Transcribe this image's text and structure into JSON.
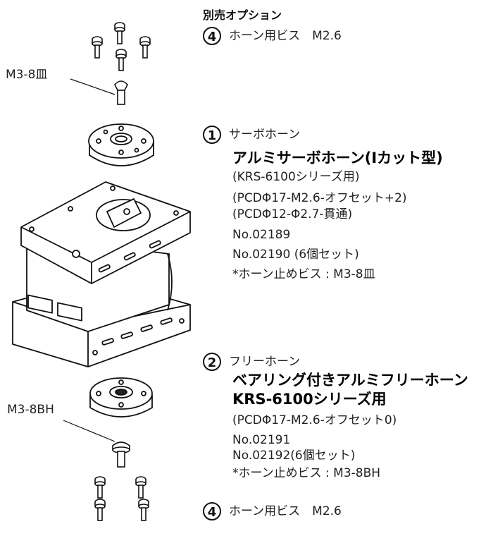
{
  "optional_section": {
    "heading": "別売オプション",
    "item_top": {
      "number": "4",
      "label": "ホーン用ビス　M2.6"
    }
  },
  "callouts": {
    "top_screw": "M3-8皿",
    "bottom_screw": "M3-8BH"
  },
  "servo_horn": {
    "number": "1",
    "category": "サーボホーン",
    "title": "アルミサーボホーン(Iカット型)",
    "lines": [
      "(KRS-6100シリーズ用)",
      "(PCDΦ17-M2.6-オフセット+2)",
      "(PCDΦ12-Φ2.7-貫通)",
      "No.02189",
      "No.02190 (6個セット)",
      "*ホーン止めビス : M3-8皿"
    ]
  },
  "free_horn": {
    "number": "2",
    "category": "フリーホーン",
    "title_line1": "ベアリング付きアルミフリーホーン",
    "title_line2": "KRS-6100シリーズ用",
    "lines": [
      "(PCDΦ17-M2.6-オフセット0)",
      "No.02191",
      "No.02192(6個セット)",
      "*ホーン止めビス : M3-8BH"
    ]
  },
  "item_bottom": {
    "number": "4",
    "label": "ホーン用ビス　M2.6"
  }
}
